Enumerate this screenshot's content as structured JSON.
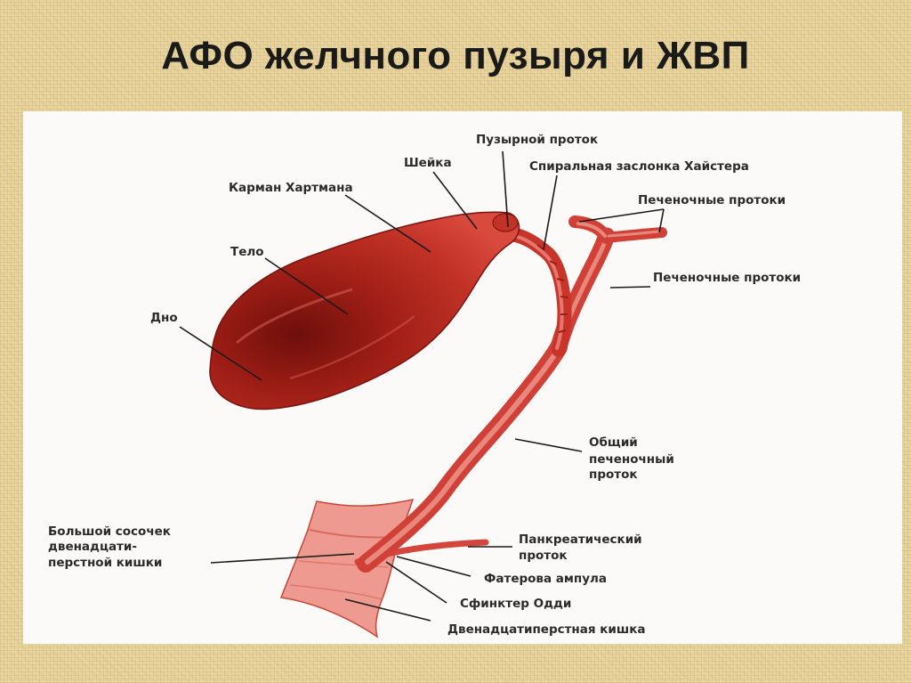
{
  "title": "АФО желчного пузыря и ЖВП",
  "labels": {
    "cystic_duct": "Пузырной проток",
    "neck": "Шейка",
    "heister_valve": "Спиральная заслонка Хайстера",
    "hartmann_pouch": "Карман Хартмана",
    "hepatic_ducts_top": "Печеночные протоки",
    "body": "Тело",
    "hepatic_ducts_mid": "Печеночные протоки",
    "fundus": "Дно",
    "common_hepatic_duct_line1": "Общий",
    "common_hepatic_duct_line2": "печеночный",
    "common_hepatic_duct_line3": "проток",
    "major_papilla_line1": "Большой сосочек",
    "major_papilla_line2": "двенадцати-",
    "major_papilla_line3": "перстной кишки",
    "pancreatic_duct_line1": "Панкреатический",
    "pancreatic_duct_line2": "проток",
    "vater_ampulla": "Фатерова ампула",
    "oddi_sphincter": "Сфинктер Одди",
    "duodenum": "Двенадцатиперстная кишка"
  },
  "colors": {
    "organ_dark": "#8e1510",
    "organ_mid": "#c8342a",
    "duct": "#d8524a",
    "duct_light": "#ec8f86",
    "leader_line": "#1a1a1a"
  }
}
